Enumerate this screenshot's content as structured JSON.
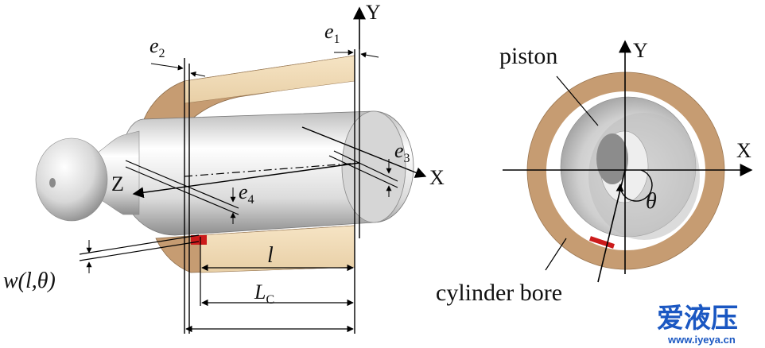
{
  "left_view": {
    "axis_y": "Y",
    "axis_x": "X",
    "axis_z": "Z",
    "e1": {
      "base": "e",
      "sub": "1"
    },
    "e2": {
      "base": "e",
      "sub": "2"
    },
    "e3": {
      "base": "e",
      "sub": "3"
    },
    "e4": {
      "base": "e",
      "sub": "4"
    },
    "length_l": "l",
    "length_lc": {
      "base": "L",
      "sub": "C"
    },
    "gap_label": "w(l,θ)"
  },
  "right_view": {
    "axis_y": "Y",
    "axis_x": "X",
    "angle": "θ",
    "piston_label": "piston",
    "bore_label": "cylinder bore"
  },
  "watermark": {
    "text": "爱液压",
    "url": "www.iyeya.cn",
    "color": "#1a57c2"
  },
  "colors": {
    "bore": "#c69c72",
    "bore_light": "#f3dfbd",
    "piston": "#e6e6e6",
    "mark": "#cc1b1b"
  }
}
